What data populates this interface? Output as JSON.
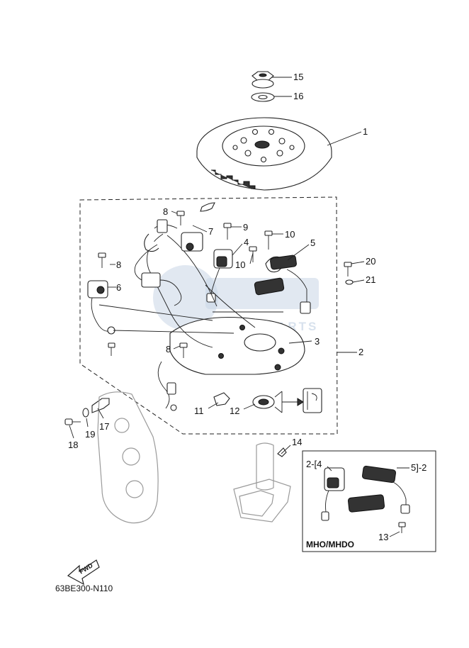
{
  "callouts": {
    "c1": "1",
    "c2": "2",
    "c3": "3",
    "c4": "4",
    "c5": "5",
    "c6": "6",
    "c7": "7",
    "c8a": "8",
    "c8b": "8",
    "c8c": "8",
    "c9": "9",
    "c10a": "10",
    "c10b": "10",
    "c11": "11",
    "c12": "12",
    "c13": "13",
    "c14": "14",
    "c15": "15",
    "c16": "16",
    "c17": "17",
    "c18": "18",
    "c19": "19",
    "c20": "20",
    "c21": "21"
  },
  "inset": {
    "label": "MHO/MHDO",
    "ref_2_4": "2-[4",
    "ref_5_2": "5]-2"
  },
  "watermark": {
    "text": "MOTORPARTS"
  },
  "fwd_label": "FWD",
  "diagram_code": "63BE300-N110",
  "colors": {
    "ink": "#222222",
    "watermark": "#c8d6e6",
    "ghost_outline": "#9a9a9a"
  }
}
